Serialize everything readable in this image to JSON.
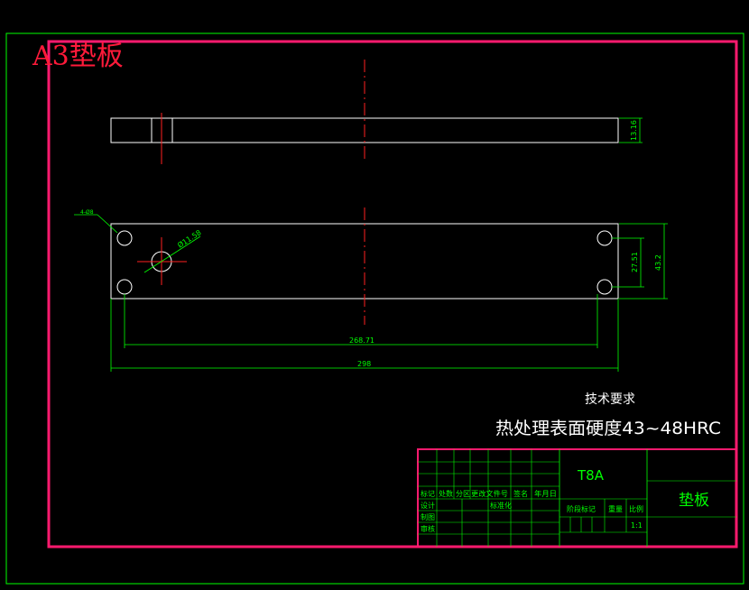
{
  "drawing": {
    "sheet_label": "A3垫板",
    "tech_req_title": "技术要求",
    "tech_req_text": "热处理表面硬度43~48HRC",
    "dimensions": {
      "thickness": "13.16",
      "hole_dia_large": "Ø11.58",
      "leader_small": "4-Ø8",
      "hole_spacing_vertical": "27.51",
      "overall_height": "43.2",
      "hole_spacing_horizontal": "268.71",
      "overall_length": "298"
    }
  },
  "title_block": {
    "material": "T8A",
    "part_name": "垫板",
    "scale": "1:1",
    "labels": {
      "mark": "标记",
      "count": "处数",
      "zone": "分区",
      "change_doc": "更改文件号",
      "signature": "签名",
      "date": "年月日",
      "design": "设计",
      "standardization": "标准化",
      "drafting": "制图",
      "review": "审核",
      "stage_mark": "阶段标记",
      "weight": "重量",
      "ratio": "比例"
    }
  },
  "colors": {
    "background": "#000000",
    "outer_border": "#00ff00",
    "frame": "#ff1a6e",
    "part_outline": "#ffffff",
    "centerline": "#ff2020",
    "dimension": "#00ff00",
    "title_red": "#ff1a3a"
  }
}
